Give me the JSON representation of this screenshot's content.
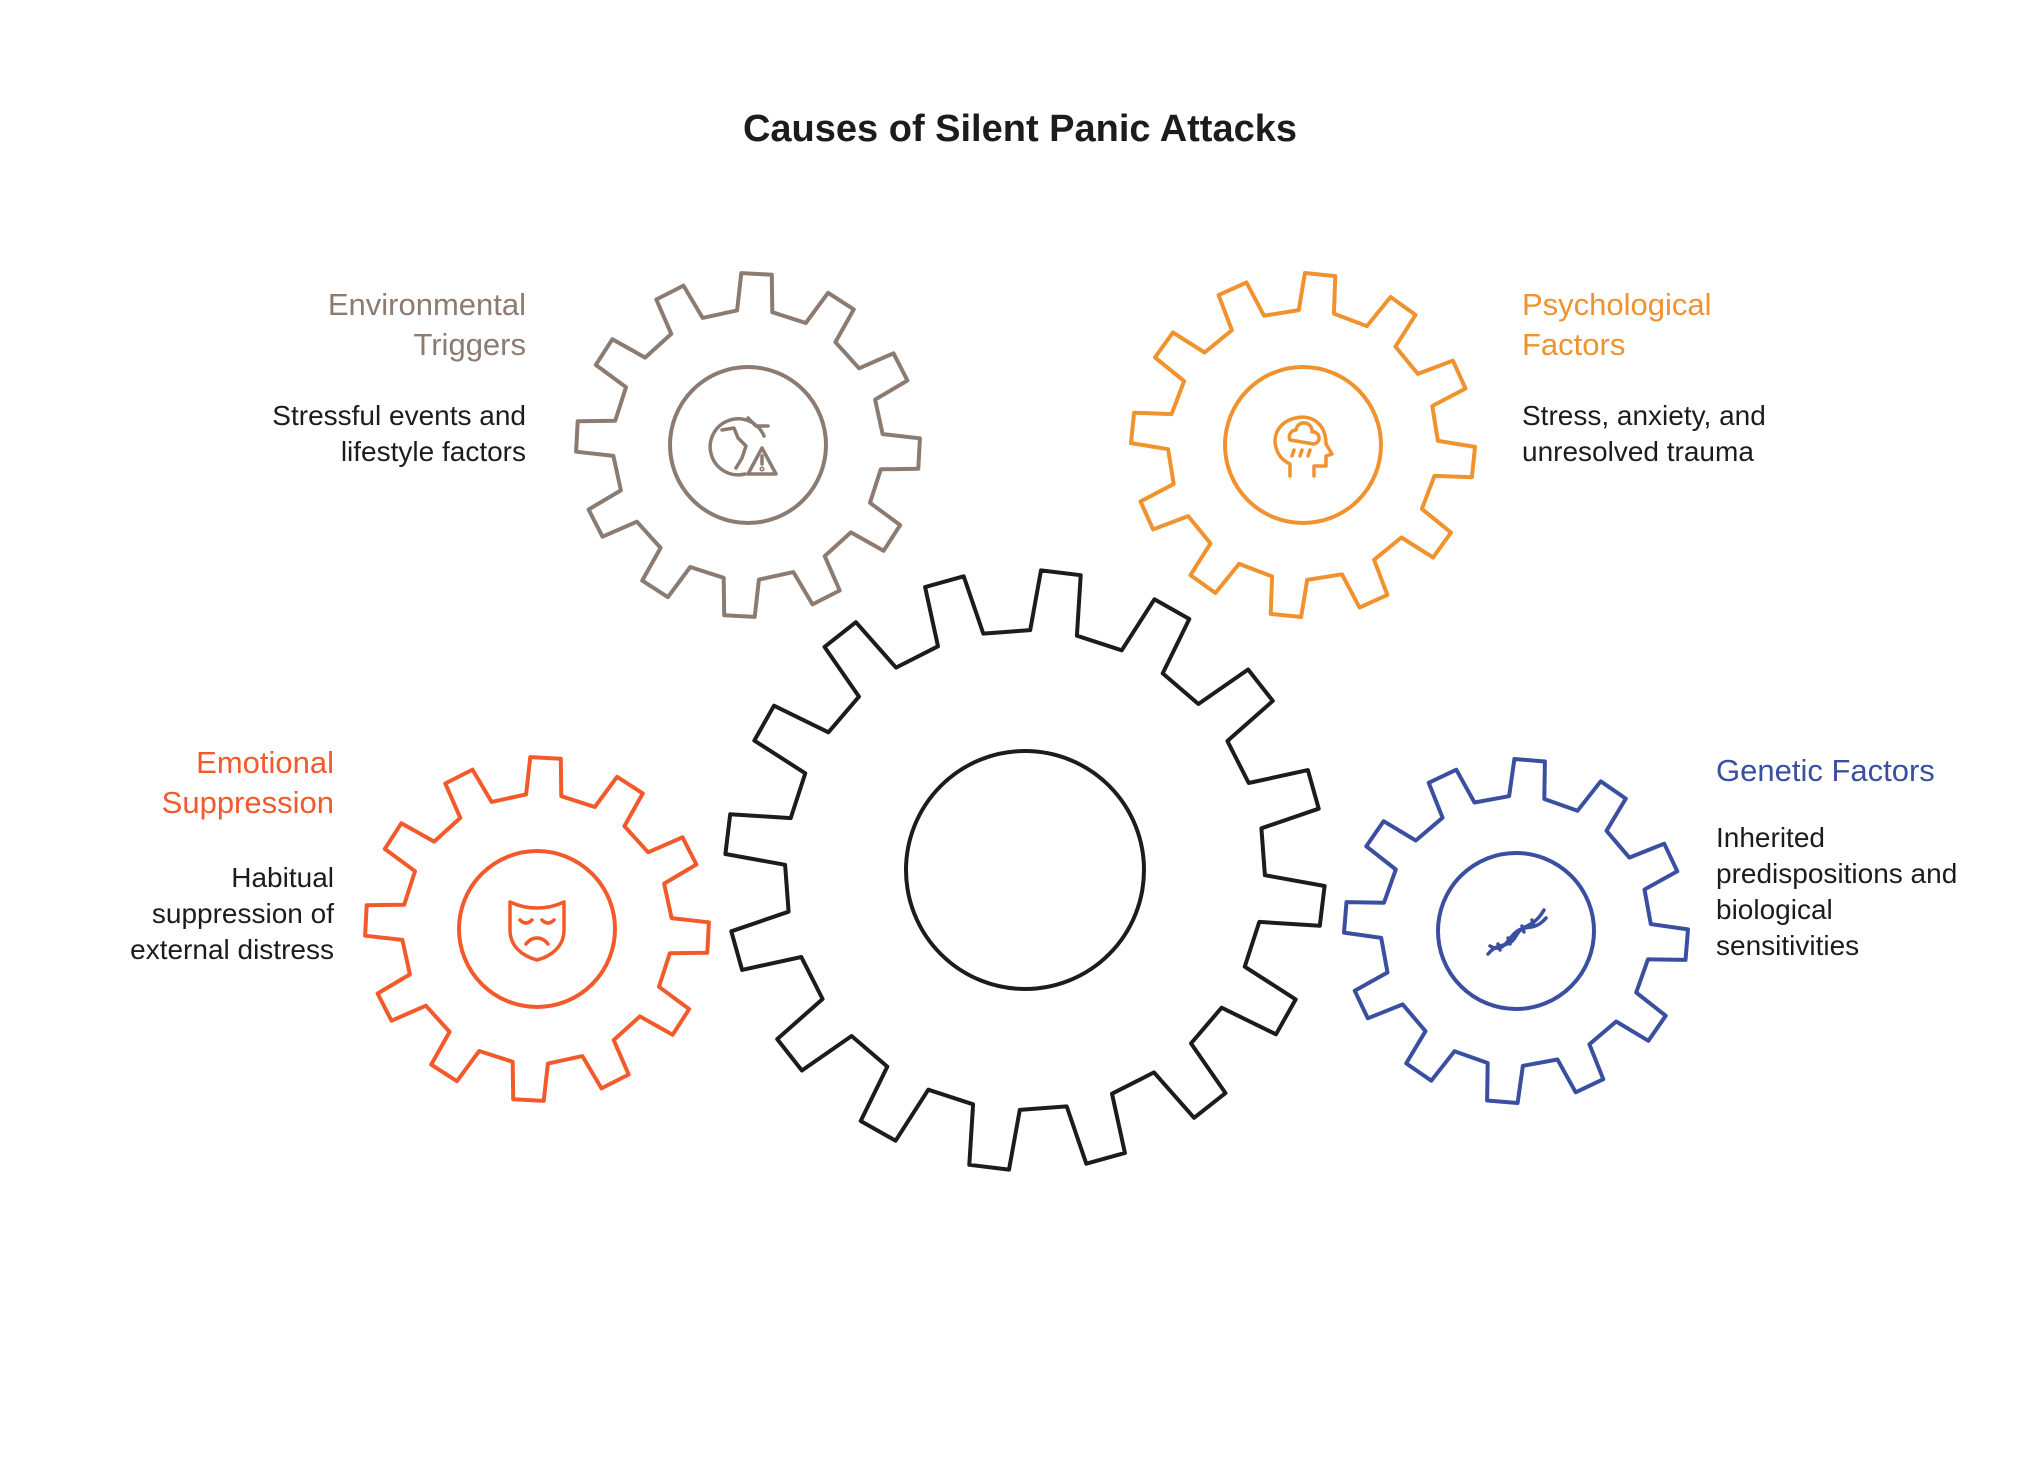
{
  "title": "Causes of Silent Panic Attacks",
  "items": {
    "environmental": {
      "title_line1": "Environmental",
      "title_line2": "Triggers",
      "desc_line1": "Stressful events and",
      "desc_line2": "lifestyle factors",
      "color": "#8C7B70",
      "icon": "globe-warning-icon"
    },
    "psychological": {
      "title_line1": "Psychological",
      "title_line2": "Factors",
      "desc_line1": "Stress, anxiety, and",
      "desc_line2": "unresolved trauma",
      "color": "#F0922E",
      "icon": "head-raincloud-icon"
    },
    "emotional": {
      "title_line1": "Emotional",
      "title_line2": "Suppression",
      "desc_line1": "Habitual",
      "desc_line2": "suppression of",
      "desc_line3": "external distress",
      "color": "#F25A2C",
      "icon": "sad-mask-icon"
    },
    "genetic": {
      "title_line1": "Genetic Factors",
      "desc_line1": "Inherited",
      "desc_line2": "predispositions and",
      "desc_line3": "biological",
      "desc_line4": "sensitivities",
      "color": "#3A4FA0",
      "icon": "dna-icon"
    }
  },
  "central_gear_color": "#1c1c1c"
}
